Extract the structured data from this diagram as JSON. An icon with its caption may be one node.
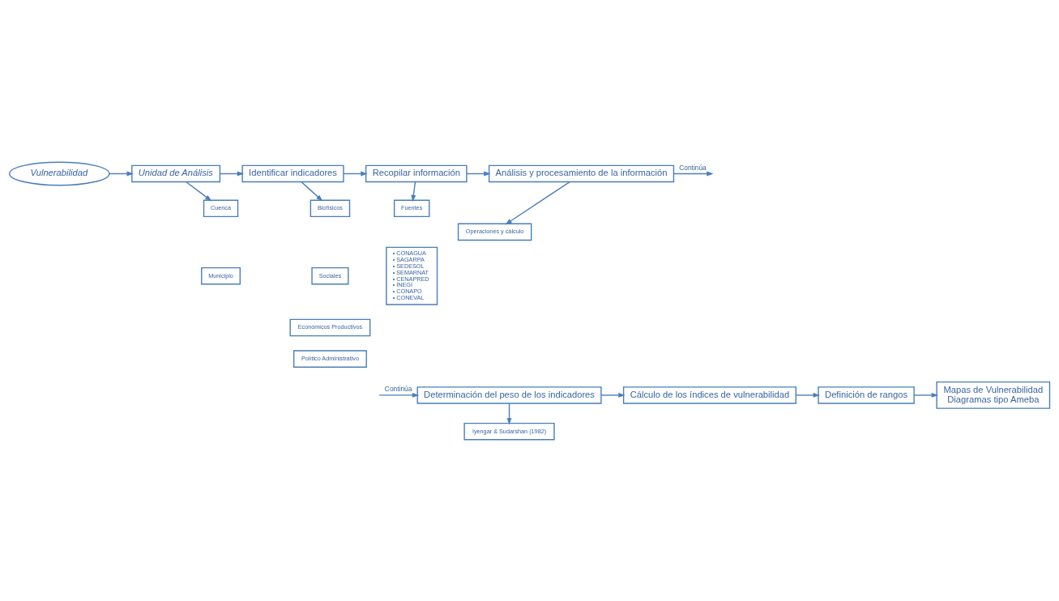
{
  "diagram": {
    "nodes": [
      {
        "text": [
          "Vulnerabilidad"
        ]
      },
      {
        "text": [
          "Unidad de Análisis"
        ]
      },
      {
        "text": [
          "Identificar indicadores"
        ]
      },
      {
        "text": [
          "Recopilar información"
        ]
      },
      {
        "text": [
          "Análisis y procesamiento de la información"
        ]
      },
      {
        "text": [
          "Cuenca"
        ]
      },
      {
        "text": [
          "Municipio"
        ]
      },
      {
        "text": [
          "Biofísicos"
        ]
      },
      {
        "text": [
          "Sociales"
        ]
      },
      {
        "text": [
          "Económicos Productivos"
        ]
      },
      {
        "text": [
          "Político Administrativo"
        ]
      },
      {
        "text": [
          "Fuentes"
        ]
      },
      {
        "text": [
          "• CONAGUA",
          "• SAGARPA",
          "• SEDESOL",
          "• SEMARNAT",
          "• CENAPRED",
          "• INEGI",
          "• CONAPO",
          "• CONEVAL"
        ]
      },
      {
        "text": [
          "Operaciones y cálculo"
        ]
      },
      {
        "text": [
          "Determinación del peso de los indicadores"
        ]
      },
      {
        "text": [
          "Iyengar & Sudarshan (1982)"
        ]
      },
      {
        "text": [
          "Cálculo de los índices de vulnerabilidad"
        ]
      },
      {
        "text": [
          "Definición de rangos"
        ]
      },
      {
        "text": [
          "Mapas de Vulnerabilidad",
          "Diagramas tipo Ameba"
        ]
      }
    ],
    "edges": [
      {
        "from": 0,
        "to": 1,
        "arrow": "to"
      },
      {
        "from": 1,
        "to": 2,
        "arrow": "to"
      },
      {
        "from": 2,
        "to": 3,
        "arrow": "to"
      },
      {
        "from": 3,
        "to": 4,
        "arrow": "to"
      },
      {
        "from": 4,
        "to": null,
        "arrow": "to",
        "label": "Continúa"
      },
      {
        "from": 1,
        "to": 5,
        "arrow": "to"
      },
      {
        "from": 2,
        "to": 7,
        "arrow": "to"
      },
      {
        "from": 3,
        "to": 11,
        "arrow": "to"
      },
      {
        "from": 4,
        "to": 13,
        "arrow": "to"
      },
      {
        "from": null,
        "to": 14,
        "arrow": "to",
        "label": "Continúa"
      },
      {
        "from": 14,
        "to": 16,
        "arrow": "to"
      },
      {
        "from": 16,
        "to": 17,
        "arrow": "to"
      },
      {
        "from": 17,
        "to": 18,
        "arrow": "to"
      },
      {
        "from": 14,
        "to": 15,
        "arrow": "to"
      }
    ]
  }
}
